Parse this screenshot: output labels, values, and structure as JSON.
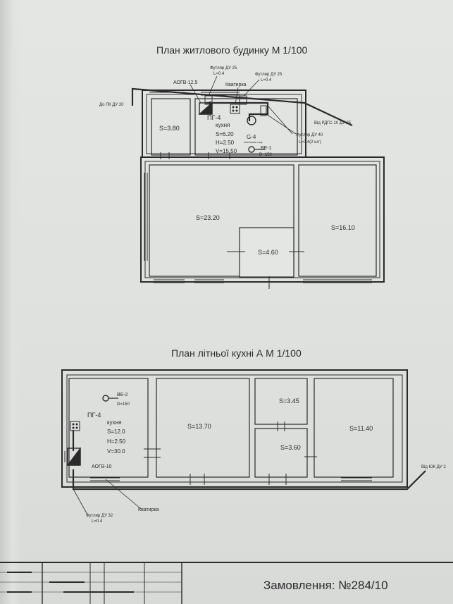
{
  "house": {
    "title": "План житлового будинку М 1/100",
    "labels": {
      "futlar_du25_a": "Футляр ДУ 25",
      "futlar_du25_a_l": "L=0.4",
      "futlar_du25_b": "Футляр ДУ 25",
      "futlar_du25_b_l": "L=0.4",
      "aogv": "АОГВ-12,5",
      "kvatyrka": "Кватирка",
      "do_lk": "До ЛК ДУ 20",
      "vid_rdgs": "Від РДГС-10 ДУ 25",
      "futlar_du40": "Футляр ДУ 40",
      "futlar_du40_l": "L=0.4(2 шт)",
      "pg4": "ПГ-4",
      "kukhnia": "кухня",
      "kitchen_s": "S=6.20",
      "kitchen_h": "H=2.50",
      "kitchen_v": "V=15.50",
      "g4": "G-4",
      "g4_sub": "лічильник газу",
      "ve1": "ВЕ-1",
      "ve1_d": "D=150",
      "room_380": "S=3.80",
      "room_2320": "S=23.20",
      "room_1610": "S=16.10",
      "room_460": "S=4.60"
    }
  },
  "summer": {
    "title": "План літньої кухні А М 1/100",
    "labels": {
      "ve2": "ВЕ-2",
      "ve2_d": "D=150",
      "pg4": "ПГ-4",
      "kukhnia": "кухня",
      "kitchen_s": "S=12.0",
      "kitchen_h": "H=2.50",
      "kitchen_v": "V=30.0",
      "aogv": "АОГВ-10",
      "room_1370": "S=13.70",
      "room_345": "S=3.45",
      "room_360": "S=3.60",
      "room_1140": "S=11.40",
      "vid_yuk": "Від ЮК ДУ 2",
      "futlar_du32": "Футляр ДУ 32",
      "futlar_du32_l": "L=0.4",
      "kvatyrka": "Кватирка"
    }
  },
  "stamp": {
    "order": "Замовлення: №284/10"
  },
  "colors": {
    "ink": "#2a2a2a",
    "paper": "#e1e3e1"
  }
}
